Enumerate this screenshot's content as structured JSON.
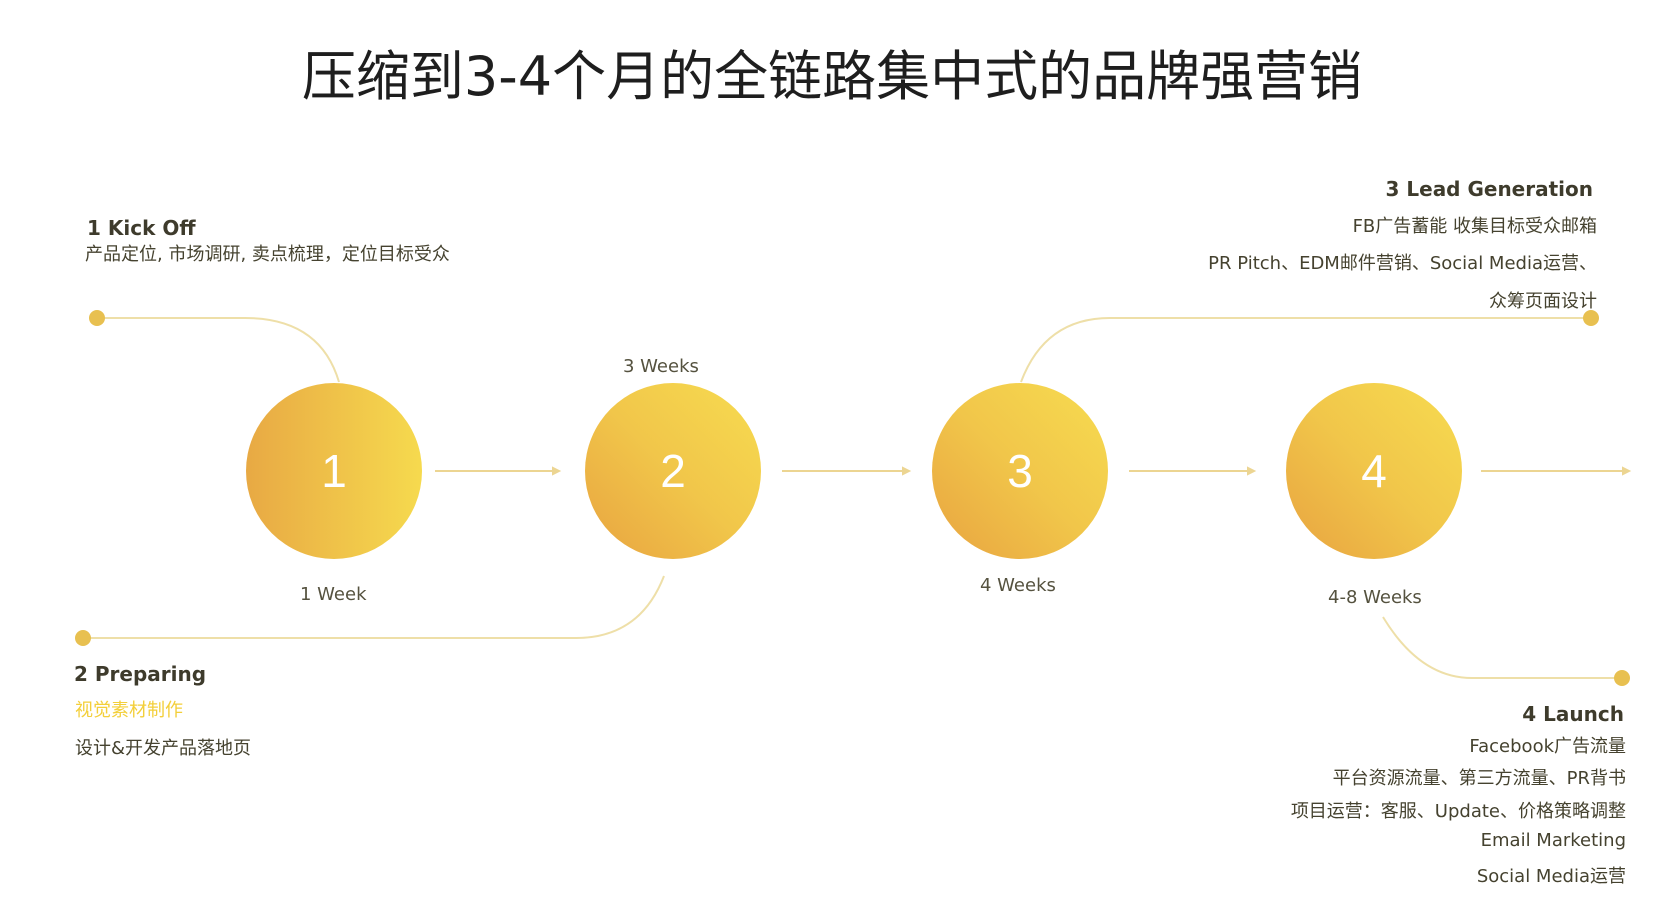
{
  "title": "压缩到3-4个月的全链路集中式的品牌强营销",
  "colors": {
    "accent": "#e8c050",
    "line": "#eedfa8",
    "text": "#3e3b2c",
    "highlight": "#f3cf3a"
  },
  "steps": [
    {
      "number": "1",
      "duration": "1 Week",
      "heading": "1 Kick Off",
      "lines": [
        "产品定位, 市场调研, 卖点梳理，定位目标受众"
      ]
    },
    {
      "number": "2",
      "duration": "3 Weeks",
      "heading": "2 Preparing",
      "highlight": "视觉素材制作",
      "lines": [
        "设计&开发产品落地页"
      ]
    },
    {
      "number": "3",
      "duration": "4 Weeks",
      "heading": "3  Lead Generation",
      "lines": [
        "FB广告蓄能 收集目标受众邮箱",
        "PR Pitch、EDM邮件营销、Social Media运营、",
        "众筹页面设计"
      ]
    },
    {
      "number": "4",
      "duration": "4-8 Weeks",
      "heading": "4 Launch",
      "lines": [
        "Facebook广告流量",
        "平台资源流量、第三方流量、PR背书",
        "项目运营：客服、Update、价格策略调整",
        "Email Marketing",
        "Social Media运营"
      ]
    }
  ]
}
